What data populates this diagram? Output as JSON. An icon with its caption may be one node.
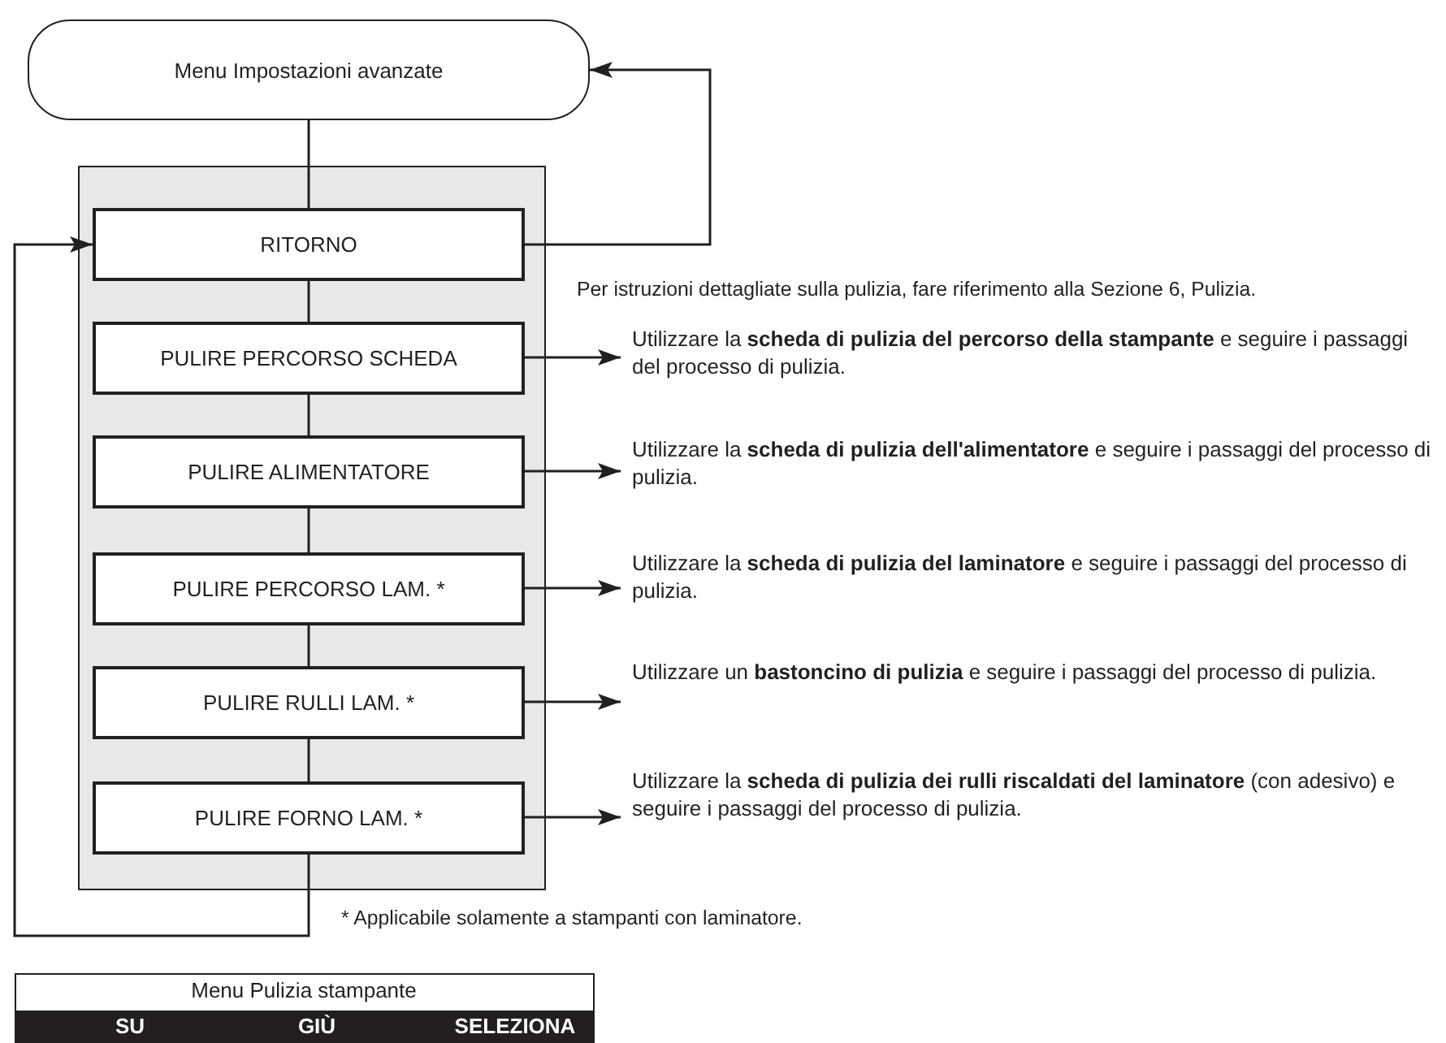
{
  "diagram": {
    "nodes": [
      {
        "text": [
          "Menu Impostazioni avanzate"
        ]
      },
      {
        "text": [],
        "shape": "box"
      },
      {
        "text": [
          "RITORNO"
        ],
        "in": 1
      },
      {
        "text": [
          "PULIRE PERCORSO SCHEDA"
        ],
        "in": 1
      },
      {
        "text": [
          "PULIRE ALIMENTATORE"
        ],
        "in": 1
      },
      {
        "text": [
          "PULIRE PERCORSO LAM. *"
        ],
        "in": 1
      },
      {
        "text": [
          "PULIRE RULLI LAM. *"
        ],
        "in": 1
      },
      {
        "text": [
          "PULIRE FORNO LAM. *"
        ],
        "in": 1
      },
      {
        "text": [
          "Utilizzare la **scheda di pulizia del percorso della stampante** e seguire i passaggi del processo di pulizia."
        ]
      },
      {
        "text": [
          "Utilizzare la **scheda di pulizia dell'alimentatore** e seguire i passaggi del processo di pulizia."
        ]
      },
      {
        "text": [
          "Utilizzare la **scheda di pulizia del laminatore** e seguire i passaggi del processo di pulizia."
        ]
      },
      {
        "text": [
          "Utilizzare un **bastoncino di pulizia** e seguire i passaggi del processo di pulizia."
        ]
      },
      {
        "text": [
          "Utilizzare la **scheda di pulizia dei rulli riscaldati del laminatore** (con adesivo) e seguire i passaggi del processo di pulizia."
        ]
      }
    ],
    "edges": [
      {
        "from": 0,
        "to": 2,
        "arrow": "none"
      },
      {
        "from": 2,
        "to": 3,
        "arrow": "none"
      },
      {
        "from": 3,
        "to": 4,
        "arrow": "none"
      },
      {
        "from": 4,
        "to": 5,
        "arrow": "none"
      },
      {
        "from": 5,
        "to": 6,
        "arrow": "none"
      },
      {
        "from": 6,
        "to": 7,
        "arrow": "none"
      },
      {
        "from": 2,
        "to": 0,
        "arrow": "to"
      },
      {
        "from": 7,
        "to": 2,
        "arrow": "to"
      },
      {
        "from": 3,
        "to": 8,
        "arrow": "to"
      },
      {
        "from": 4,
        "to": 9,
        "arrow": "to"
      },
      {
        "from": 5,
        "to": 10,
        "arrow": "to"
      },
      {
        "from": 6,
        "to": 11,
        "arrow": "to"
      },
      {
        "from": 7,
        "to": 12,
        "arrow": "to"
      }
    ],
    "labels": [
      "Per istruzioni dettagliate sulla pulizia, fare riferimento alla Sezione 6, Pulizia.",
      "* Applicabile solamente a stampanti con laminatore.",
      "Menu Pulizia stampante",
      "SU",
      "GIÙ",
      "SELEZIONA"
    ]
  }
}
